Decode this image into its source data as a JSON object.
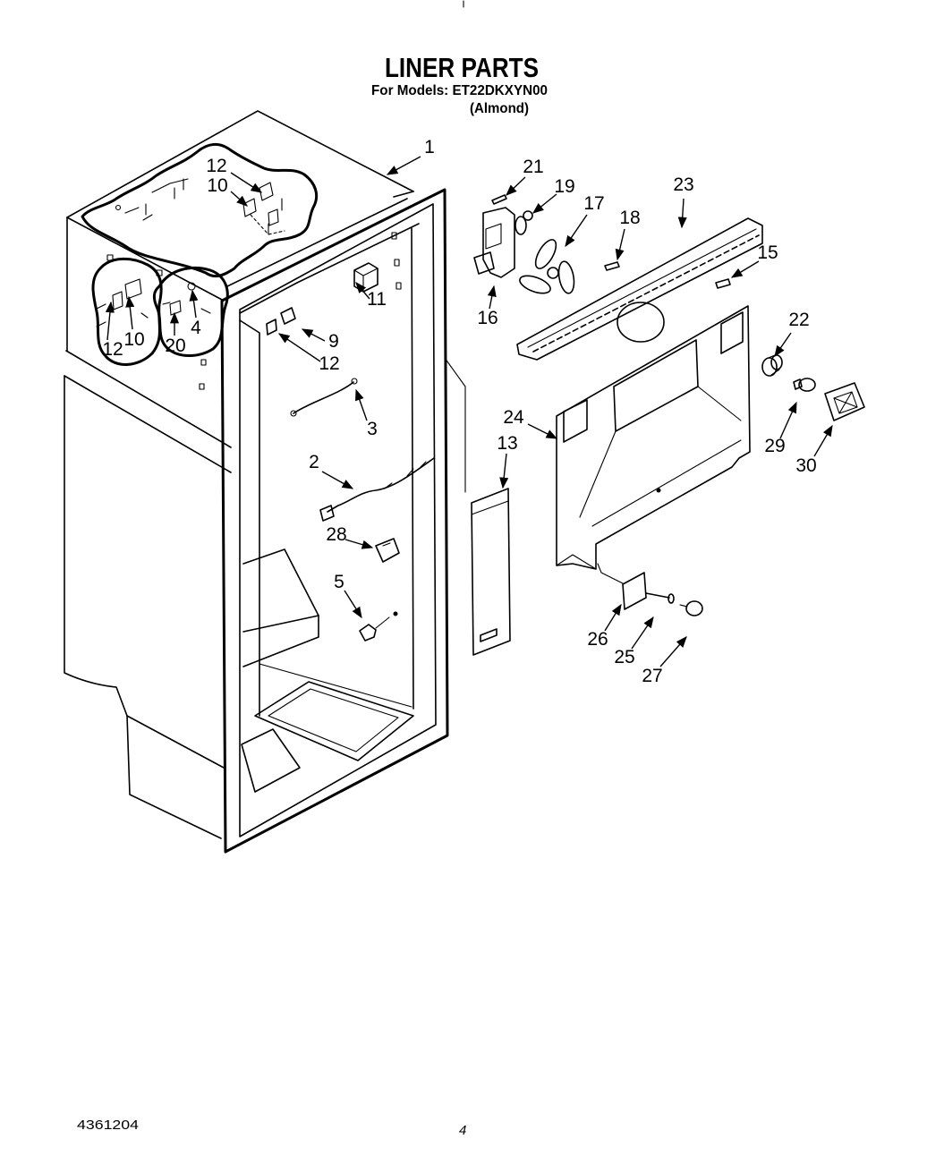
{
  "title": "LINER PARTS",
  "models_line": "For Models: ET22DKXYN00",
  "color_line": "(Almond)",
  "callouts": [
    "1",
    "21",
    "19",
    "17",
    "18",
    "23",
    "15",
    "12",
    "10",
    "11",
    "16",
    "22",
    "9",
    "12",
    "12",
    "10",
    "20",
    "4",
    "3",
    "24",
    "13",
    "29",
    "30",
    "2",
    "28",
    "5",
    "26",
    "25",
    "27"
  ],
  "footer": {
    "document_number": "4361204",
    "page_number": "4"
  }
}
